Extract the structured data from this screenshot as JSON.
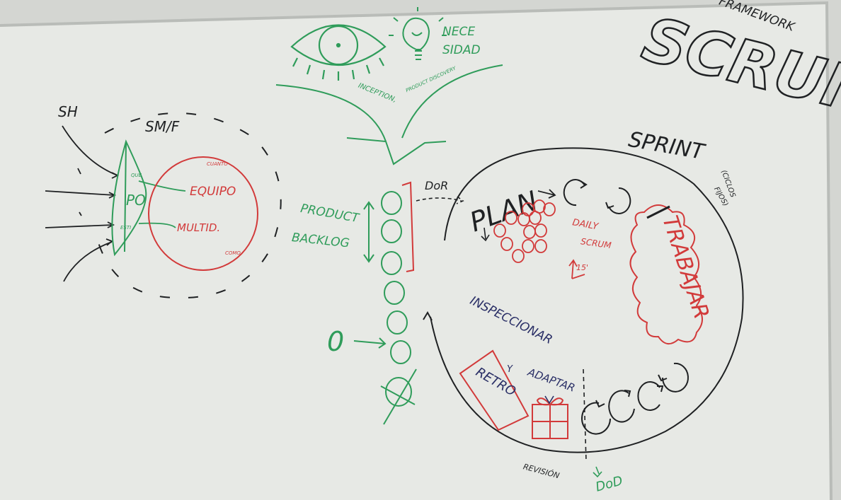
{
  "colors": {
    "board": "#e6e8e4",
    "green": "#2f9c5a",
    "red": "#d23a3a",
    "black": "#1f2123",
    "blue": "#2a2f66"
  },
  "title": {
    "framework": "FRAMEWORK",
    "scrum": "SCRUM"
  },
  "top": {
    "nece": "NECE",
    "sidad": "SIDAD",
    "inception": "INCEPTION,",
    "product_discovery": "PRODUCT DISCOVERY"
  },
  "left": {
    "sh": "SH",
    "smf": "SM/F",
    "po": "PO",
    "equipo": "EQUIPO",
    "multid": "MULTID.",
    "cuanto": "CUANTO",
    "como": "COMO",
    "que": "QUE",
    "esti": "ESTI"
  },
  "backlog": {
    "product": "PRODUCT",
    "backlog": "BACKLOG",
    "dor": "DoR",
    "zero": "0"
  },
  "sprint": {
    "title": "SPRINT",
    "ciclos": "(CICLOS",
    "fijos": "FIJOS)",
    "plan": "PLAN",
    "daily": "DAILY",
    "scrum": "SCRUM",
    "minutes": "15'",
    "trabajar": "TRABAJAR",
    "inspeccionar": "INSPECCIONAR",
    "y": "Y",
    "adaptar": "ADAPTAR",
    "retro": "RETRO",
    "revision": "REVISIÓN",
    "dod": "DoD"
  }
}
